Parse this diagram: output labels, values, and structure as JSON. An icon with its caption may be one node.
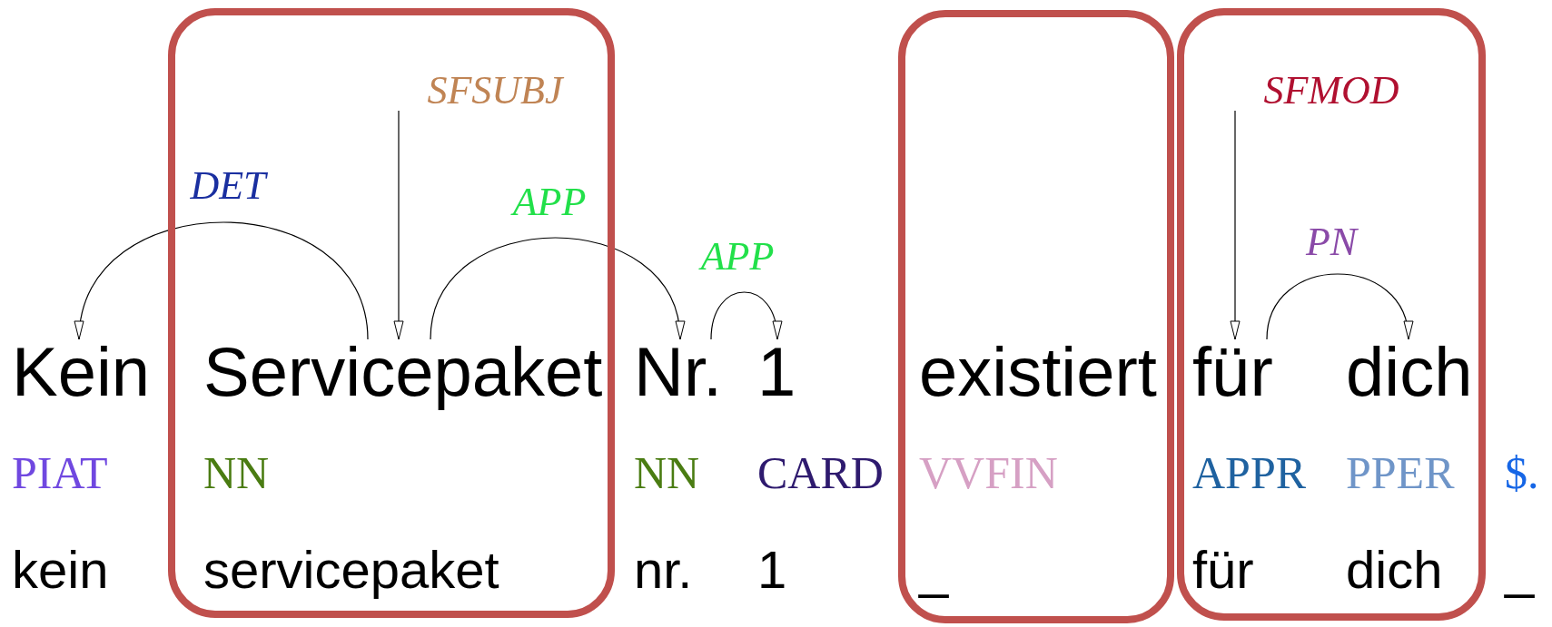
{
  "diagram": {
    "nodes": [
      {
        "text": [
          "Kein",
          "PIAT",
          "kein"
        ]
      },
      {
        "text": [],
        "shape": "box"
      },
      {
        "text": [
          "Servicepaket",
          "NN",
          "servicepaket"
        ],
        "in": 1
      },
      {
        "text": [
          "Nr.",
          "NN",
          "nr."
        ]
      },
      {
        "text": [
          "1",
          "CARD",
          "1"
        ]
      },
      {
        "text": [],
        "shape": "box"
      },
      {
        "text": [
          "existiert",
          "VVFIN",
          "_"
        ],
        "in": 5
      },
      {
        "text": [],
        "shape": "box"
      },
      {
        "text": [
          "für",
          "APPR",
          "für"
        ],
        "in": 7
      },
      {
        "text": [
          "dich",
          "PPER",
          "dich"
        ],
        "in": 7
      },
      {
        "text": [
          "$.",
          "_"
        ]
      }
    ],
    "edges": [
      {
        "from": 2,
        "to": 0,
        "arrow": "to",
        "label": "DET"
      },
      {
        "from": null,
        "to": 2,
        "arrow": "to",
        "label": "SFSUBJ"
      },
      {
        "from": 2,
        "to": 3,
        "arrow": "to",
        "label": "APP"
      },
      {
        "from": 3,
        "to": 4,
        "arrow": "to",
        "label": "APP"
      },
      {
        "from": null,
        "to": 8,
        "arrow": "to",
        "label": "SFMOD"
      },
      {
        "from": 8,
        "to": 9,
        "arrow": "to",
        "label": "PN"
      }
    ]
  }
}
